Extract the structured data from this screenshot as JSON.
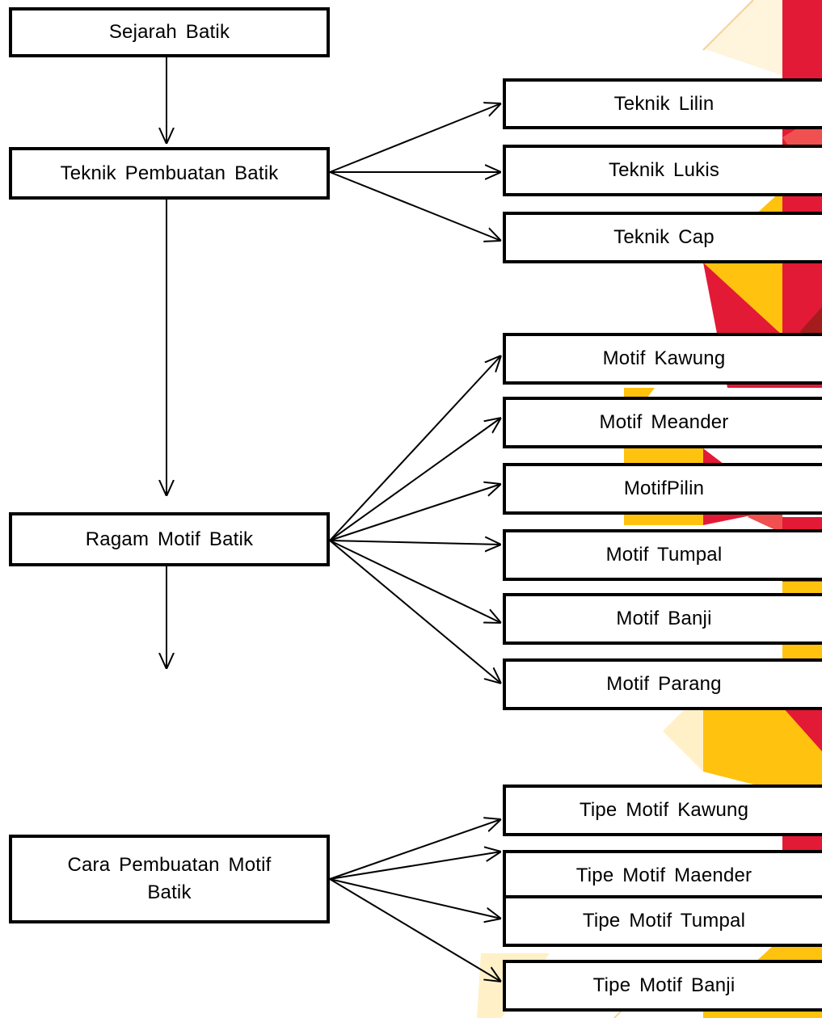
{
  "diagram": {
    "main": {
      "sejarah": "Sejarah Batik",
      "teknik": "Teknik Pembuatan Batik",
      "ragam": "Ragam Motif Batik",
      "cara": "Cara Pembuatan Motif Batik"
    },
    "teknik_items": [
      "Teknik Lilin",
      "Teknik Lukis",
      "Teknik Cap"
    ],
    "motif_items": [
      "Motif Kawung",
      "Motif Meander",
      "MotifPilin",
      "Motif Tumpal",
      "Motif Banji",
      "Motif Parang"
    ],
    "tipe_items": [
      "Tipe Motif Kawung",
      "Tipe Motif Maender",
      "Tipe Motif Tumpal",
      "Tipe Motif Banji"
    ]
  },
  "colors": {
    "red": "#e31a35",
    "yellow": "#ffc20e",
    "coral": "#f05050",
    "dark_red": "#a51c1c",
    "cream": "#fff0c8",
    "peach": "#f5d2a0",
    "line": "#000000"
  }
}
